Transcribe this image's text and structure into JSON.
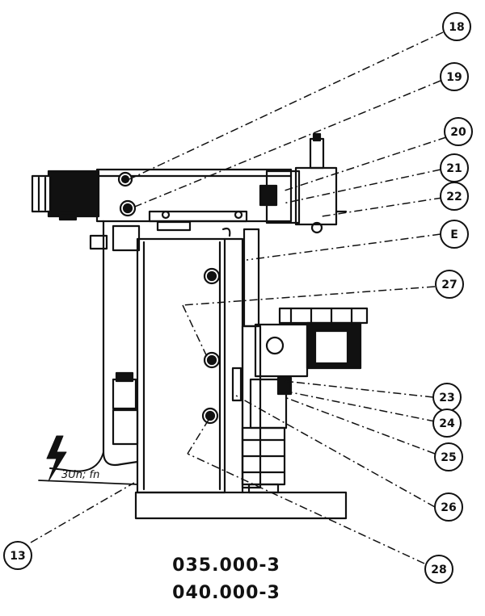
{
  "callouts": {
    "c18": "18",
    "c19": "19",
    "c20": "20",
    "c21": "21",
    "c22": "22",
    "cE": "E",
    "c27": "27",
    "c23": "23",
    "c24": "24",
    "c25": "25",
    "c26": "26",
    "c13": "13",
    "c28": "28"
  },
  "power_label": "3Un; fn",
  "drawing_codes": [
    "035.000-3",
    "040.000-3"
  ]
}
